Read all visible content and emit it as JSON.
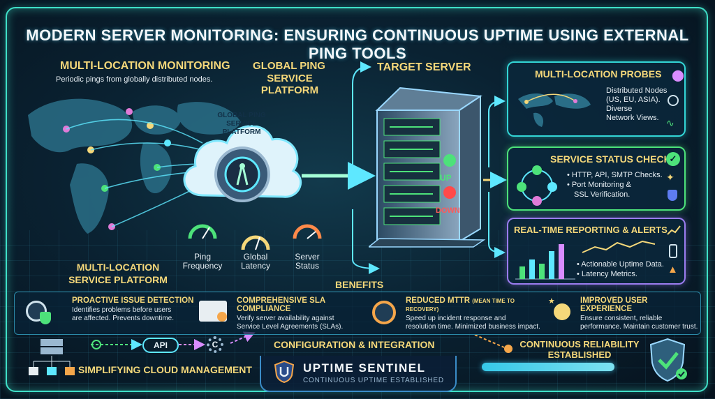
{
  "title": "MODERN SERVER MONITORING: ENSURING CONTINUOUS UPTIME USING EXTERNAL PING TOOLS",
  "left": {
    "heading": "MULTI-LOCATION MONITORING",
    "sub": "Periodic pings from globally distributed nodes.",
    "platform_label_1": "GLOBAL PING",
    "platform_label_2": "SERVICE PLATFORM",
    "cloud_label_1": "GLOBAL PING",
    "cloud_label_2": "SERVICE PLATFORM",
    "bottom_label_1": "MULTI-LOCATION",
    "bottom_label_2": "SERVICE PLATFORM"
  },
  "gauges": [
    {
      "line1": "Ping",
      "line2": "Frequency"
    },
    {
      "line1": "Global",
      "line2": "Latency"
    },
    {
      "line1": "Server",
      "line2": "Status"
    }
  ],
  "server": {
    "label": "TARGET SERVER",
    "up": "UP",
    "down": "DOWN"
  },
  "panels": {
    "probes": {
      "title": "MULTI-LOCATION PROBES",
      "l1": "Distributed Nodes",
      "l2": "(US, EU, ASIA).",
      "l3": "Diverse",
      "l4": "Network Views."
    },
    "status": {
      "title": "SERVICE STATUS CHECKS",
      "l1": "• HTTP, API, SMTP Checks.",
      "l2": "• Port Monitoring &",
      "l3": "SSL Verification."
    },
    "reporting": {
      "title": "REAL-TIME REPORTING & ALERTS",
      "l1": "• Actionable Uptime Data.",
      "l2": "• Latency Metrics."
    }
  },
  "benefits": {
    "label": "BENEFITS",
    "items": [
      {
        "title": "PROACTIVE ISSUE DETECTION",
        "d1": "Identifies problems before users",
        "d2": "are affected. Prevents downtime."
      },
      {
        "title": "COMPREHENSIVE SLA COMPLIANCE",
        "d1": "Verify server availability against",
        "d2": "Service Level Agreements (SLAs)."
      },
      {
        "title": "REDUCED MTTR",
        "title_small": "(MEAN TIME TO RECOVERY)",
        "d1": "Speed up incident response and",
        "d2": "resolution time. Minimized business impact."
      },
      {
        "title": "IMPROVED USER EXPERIENCE",
        "d1": "Ensure consistent, reliable",
        "d2": "performance. Maintain customer trust."
      }
    ]
  },
  "bottom": {
    "api": "API",
    "cloud_mgmt": "SIMPLIFYING CLOUD MANAGEMENT",
    "config": "CONFIGURATION & INTEGRATION",
    "reliability_1": "CONTINUOUS RELIABILITY",
    "reliability_2": "ESTABLISHED",
    "brand": "UPTIME SENTINEL",
    "brand_sub": "CONTINUOUS UPTIME ESTABLISHED"
  },
  "colors": {
    "accent": "#3fe0c8",
    "gold": "#f5d87a",
    "up": "#4de27a",
    "down": "#ff4a4a"
  }
}
